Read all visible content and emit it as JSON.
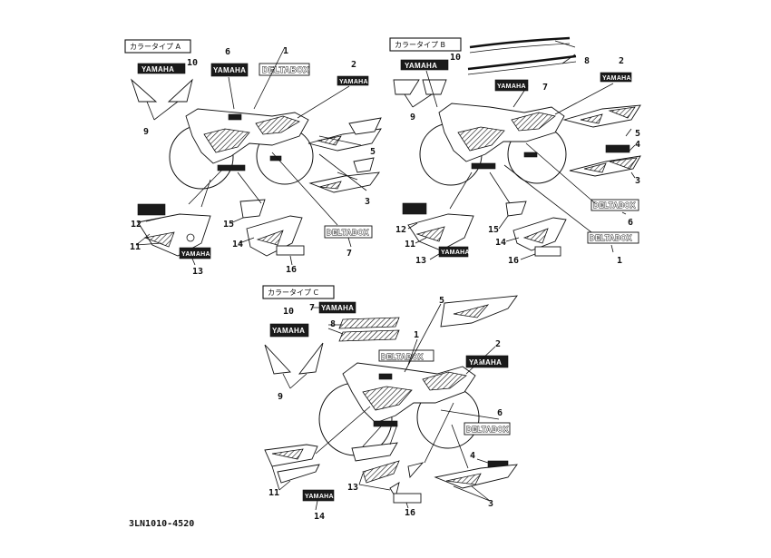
{
  "groups": {
    "a": {
      "label": "カラータイプ A"
    },
    "b": {
      "label": "カラータイプ B"
    },
    "c": {
      "label": "カラータイプ C"
    }
  },
  "decals": {
    "yamaha": "YAMAHA",
    "deltabox": "DELTABOX"
  },
  "callouts": {
    "a": [
      "1",
      "2",
      "3",
      "5",
      "6",
      "7",
      "9",
      "10",
      "11",
      "12",
      "13",
      "14",
      "15",
      "16"
    ],
    "b": [
      "1",
      "2",
      "3",
      "4",
      "5",
      "6",
      "7",
      "8",
      "9",
      "10",
      "11",
      "12",
      "13",
      "14",
      "15",
      "16"
    ],
    "c": [
      "1",
      "2",
      "3",
      "4",
      "5",
      "6",
      "7",
      "8",
      "9",
      "10",
      "11",
      "13",
      "14",
      "16"
    ]
  },
  "footer": {
    "part_code": "3LN1010-4520"
  },
  "colors": {
    "ink": "#111111",
    "paper": "#ffffff"
  }
}
